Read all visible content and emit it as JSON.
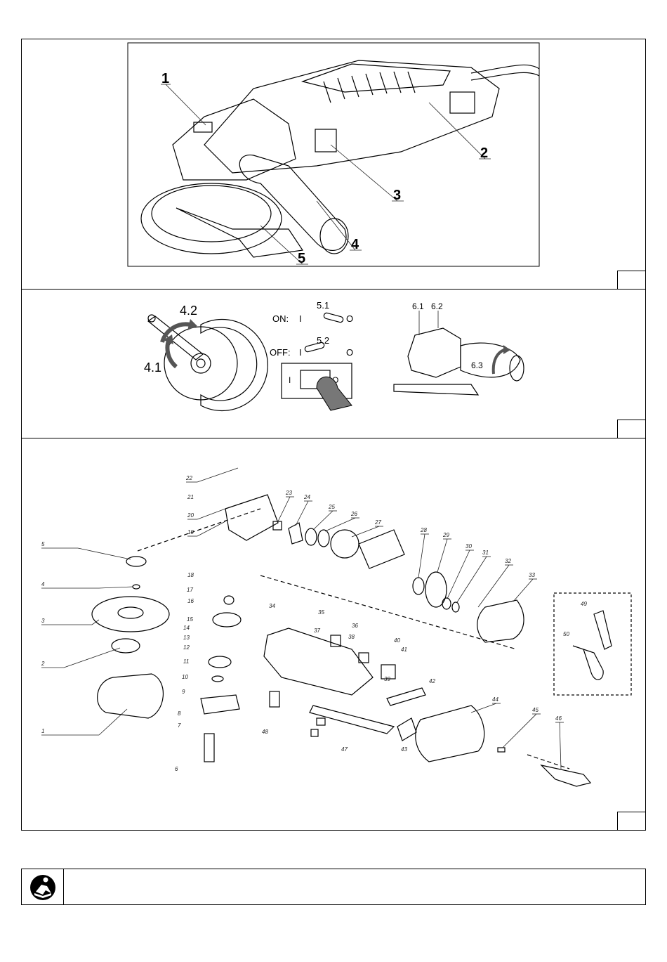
{
  "figure1": {
    "callouts": [
      "1",
      "2",
      "3",
      "4",
      "5"
    ]
  },
  "figure2": {
    "handle_labels": [
      "4.2",
      "4.1"
    ],
    "switch": {
      "on_label": "ON:",
      "off_label": "OFF:",
      "on_step": "5.1",
      "off_step": "5.2",
      "pos_i": "I",
      "pos_o": "O"
    },
    "grinder_labels": [
      "6.1",
      "6.2",
      "6.3"
    ]
  },
  "figure3": {
    "parts": [
      "1",
      "2",
      "3",
      "4",
      "5",
      "6",
      "7",
      "8",
      "9",
      "10",
      "11",
      "12",
      "13",
      "14",
      "15",
      "16",
      "17",
      "18",
      "19",
      "20",
      "21",
      "22",
      "23",
      "24",
      "25",
      "26",
      "27",
      "28",
      "29",
      "30",
      "31",
      "32",
      "33",
      "34",
      "35",
      "36",
      "37",
      "38",
      "39",
      "40",
      "41",
      "42",
      "43",
      "44",
      "45",
      "46",
      "47",
      "48",
      "49",
      "50"
    ]
  },
  "note": {
    "icon": "read-manual-icon"
  }
}
